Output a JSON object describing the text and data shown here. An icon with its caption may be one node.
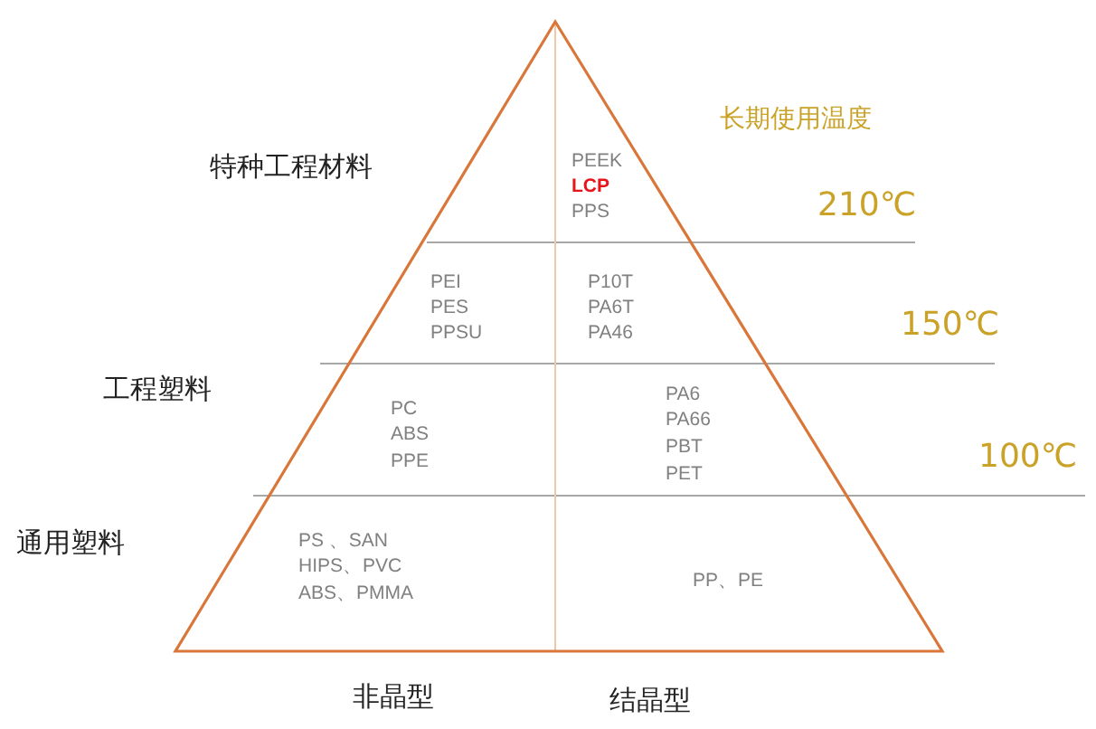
{
  "diagram": {
    "labels": [
      "长期使用温度",
      "特种工程材料",
      "PEEK",
      "LCP",
      "PPS",
      "210℃",
      "PEI",
      "PES",
      "PPSU",
      "P10T",
      "PA6T",
      "PA46",
      "150℃",
      "工程塑料",
      "PC",
      "ABS",
      "PPE",
      "PA6",
      "PA66",
      "PBT",
      "PET",
      "100℃",
      "通用塑料",
      "PS 、SAN",
      "HIPS、PVC",
      "ABS、PMMA",
      "PP、PE",
      "非晶型",
      "结晶型"
    ]
  }
}
